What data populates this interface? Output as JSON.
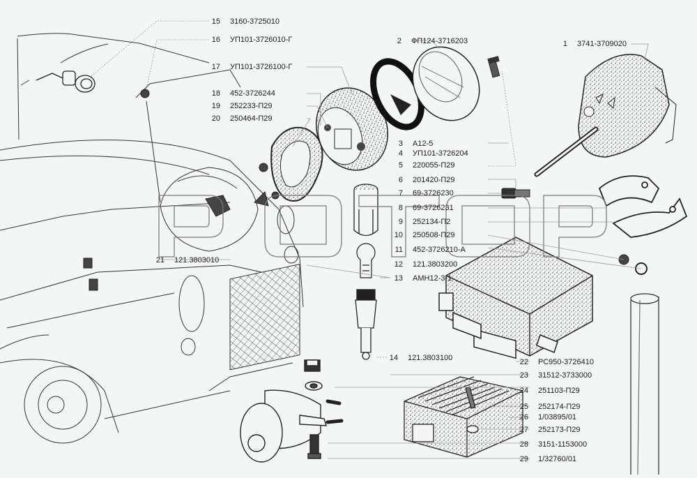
{
  "diagram": {
    "title": "",
    "watermark": "РОТОР",
    "colors": {
      "background": "#f3f7f3",
      "line": "#1a1a1a",
      "leader": "#9a9a9a",
      "watermark_outline": "#7a7a7a"
    },
    "parts": [
      {
        "num": "1",
        "code": "3741-3709020"
      },
      {
        "num": "2",
        "code": "ФП124-3716203"
      },
      {
        "num": "3",
        "code": "А12-5"
      },
      {
        "num": "4",
        "code": "УП101-3726204"
      },
      {
        "num": "5",
        "code": "220055-П29"
      },
      {
        "num": "6",
        "code": "201420-П29"
      },
      {
        "num": "7",
        "code": "69-3726230"
      },
      {
        "num": "8",
        "code": "69-3726231"
      },
      {
        "num": "9",
        "code": "252134-П2"
      },
      {
        "num": "10",
        "code": "250508-П29"
      },
      {
        "num": "11",
        "code": "452-3726210-А"
      },
      {
        "num": "12",
        "code": "121.3803200"
      },
      {
        "num": "13",
        "code": "АМН12-3-1"
      },
      {
        "num": "14",
        "code": "121.3803100"
      },
      {
        "num": "15",
        "code": "3160-3725010"
      },
      {
        "num": "16",
        "code": "УП101-3726010-Г"
      },
      {
        "num": "17",
        "code": "УП101-3726100-Г"
      },
      {
        "num": "18",
        "code": "452-3726244"
      },
      {
        "num": "19",
        "code": "252233-П29"
      },
      {
        "num": "20",
        "code": "250464-П29"
      },
      {
        "num": "21",
        "code": "121.3803010"
      },
      {
        "num": "22",
        "code": "РС950-3726410"
      },
      {
        "num": "23",
        "code": "31512-3733000"
      },
      {
        "num": "24",
        "code": "251103-П29"
      },
      {
        "num": "25",
        "code": "252174-П29"
      },
      {
        "num": "26",
        "code": "1/03895/01"
      },
      {
        "num": "27",
        "code": "252173-П29"
      },
      {
        "num": "28",
        "code": "3151-1153000"
      },
      {
        "num": "29",
        "code": "1/32760/01"
      }
    ]
  }
}
